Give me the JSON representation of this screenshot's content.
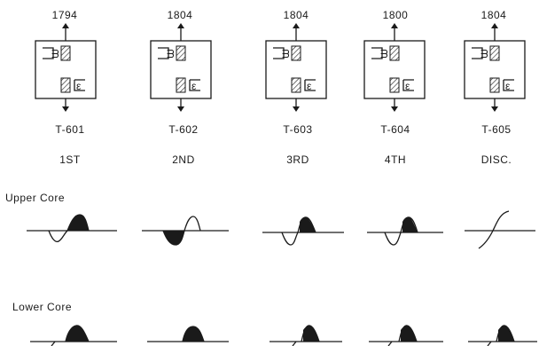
{
  "diagram": {
    "transformers": [
      {
        "value": "1794",
        "id": "T-601",
        "stage": "1ST"
      },
      {
        "value": "1804",
        "id": "T-602",
        "stage": "2ND"
      },
      {
        "value": "1804",
        "id": "T-603",
        "stage": "3RD"
      },
      {
        "value": "1800",
        "id": "T-604",
        "stage": "4TH"
      },
      {
        "value": "1804",
        "id": "T-605",
        "stage": "DISC."
      }
    ],
    "upper_label": "Upper Core",
    "lower_label": "Lower Core"
  }
}
